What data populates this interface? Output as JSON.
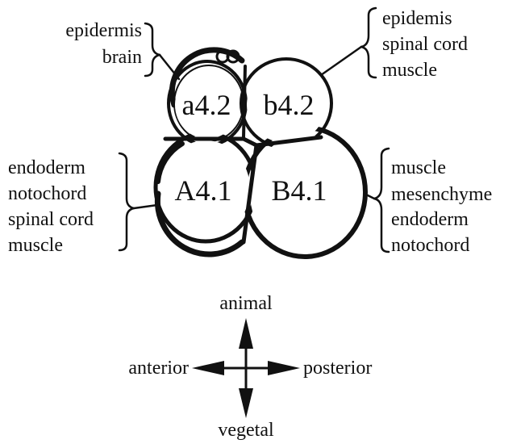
{
  "cells": {
    "a42": "a4.2",
    "b42": "b4.2",
    "A41": "A4.1",
    "B41": "B4.1"
  },
  "fates": {
    "a42": [
      "epidermis",
      "brain"
    ],
    "b42": [
      "epidemis",
      "spinal cord",
      "muscle"
    ],
    "A41": [
      "endoderm",
      "notochord",
      "spinal cord",
      "muscle"
    ],
    "B41": [
      "muscle",
      "mesenchyme",
      "endoderm",
      "notochord"
    ]
  },
  "axes": {
    "up": "animal",
    "down": "vegetal",
    "left": "anterior",
    "right": "posterior"
  }
}
